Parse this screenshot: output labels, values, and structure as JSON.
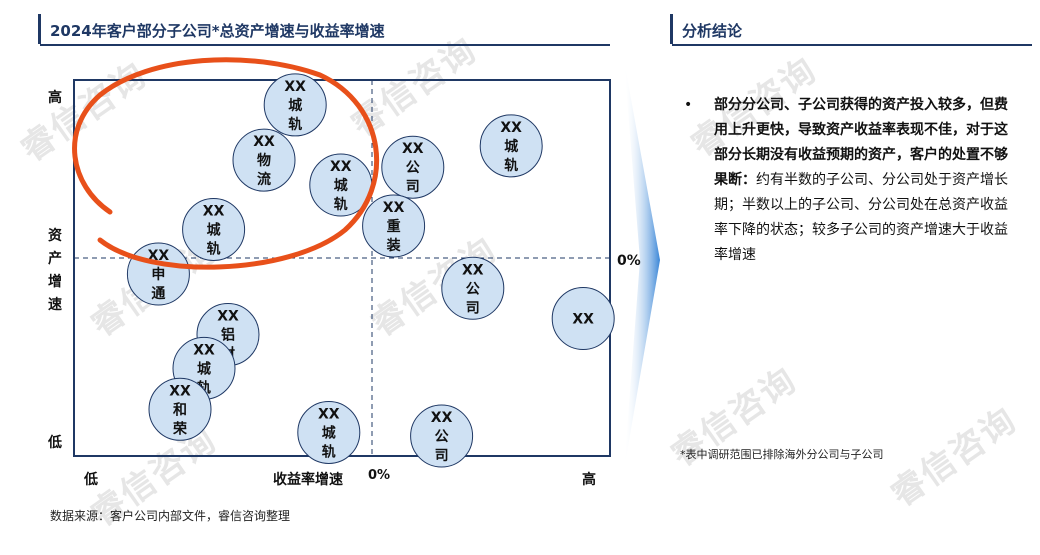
{
  "left_title": "2024年客户部分子公司*总资产增速与收益率增速",
  "right_title": "分析结论",
  "watermark": "睿信咨询",
  "analysis": {
    "bullet": "•",
    "bold_text": "部分分公司、子公司获得的资产投入较多，但费用上升更快，导致资产收益率表现不佳，对于这部分长期没有收益预期的资产，客户的处置不够果断：",
    "normal_text": "约有半数的子公司、分公司处于资产增长期；半数以上的子公司、分公司处在总资产收益率下降的状态；较多子公司的资产增速大于收益率增速"
  },
  "footnote": "*表中调研范围已排除海外分公司与子公司",
  "source": "数据来源：客户公司内部文件，睿信咨询整理",
  "chart_data": {
    "type": "scatter",
    "xlabel": "收益率增速",
    "ylabel": "资产增速",
    "x_axis_labels": {
      "low": "低",
      "zero": "0%",
      "high": "高"
    },
    "y_axis_labels": {
      "high": "高",
      "low": "低",
      "zero": "0%"
    },
    "xlim": [
      -1,
      1
    ],
    "ylim": [
      -1,
      1
    ],
    "grid": false,
    "quadrant_lines": "dashed at 0%",
    "highlight_color": "#e8501a",
    "bubble_fill": "#cfe1f3",
    "bubble_stroke": "#1f3864",
    "points": [
      {
        "lines": [
          "XX",
          "城",
          "轨"
        ],
        "x": -0.32,
        "y": 0.86
      },
      {
        "lines": [
          "XX",
          "物",
          "流"
        ],
        "x": -0.45,
        "y": 0.55
      },
      {
        "lines": [
          "XX",
          "城",
          "轨"
        ],
        "x": -0.13,
        "y": 0.41
      },
      {
        "lines": [
          "XX",
          "城",
          "轨"
        ],
        "x": -0.66,
        "y": 0.16
      },
      {
        "lines": [
          "XX",
          "申",
          "通"
        ],
        "x": -0.89,
        "y": -0.09
      },
      {
        "lines": [
          "XX",
          "公",
          "司"
        ],
        "x": 0.17,
        "y": 0.51
      },
      {
        "lines": [
          "XX",
          "重",
          "装"
        ],
        "x": 0.09,
        "y": 0.18
      },
      {
        "lines": [
          "XX",
          "城",
          "轨"
        ],
        "x": 0.58,
        "y": 0.63
      },
      {
        "lines": [
          "XX",
          "公",
          "司"
        ],
        "x": 0.42,
        "y": -0.17
      },
      {
        "lines": [
          "XX"
        ],
        "x": 0.88,
        "y": -0.34
      },
      {
        "lines": [
          "XX",
          "铝",
          "材"
        ],
        "x": -0.6,
        "y": -0.43
      },
      {
        "lines": [
          "XX",
          "城",
          "轨"
        ],
        "x": -0.7,
        "y": -0.62
      },
      {
        "lines": [
          "XX",
          "和",
          "荣"
        ],
        "x": -0.8,
        "y": -0.85
      },
      {
        "lines": [
          "XX",
          "城",
          "轨"
        ],
        "x": -0.18,
        "y": -0.98
      },
      {
        "lines": [
          "XX",
          "公",
          "司"
        ],
        "x": 0.29,
        "y": -1.0
      }
    ]
  }
}
